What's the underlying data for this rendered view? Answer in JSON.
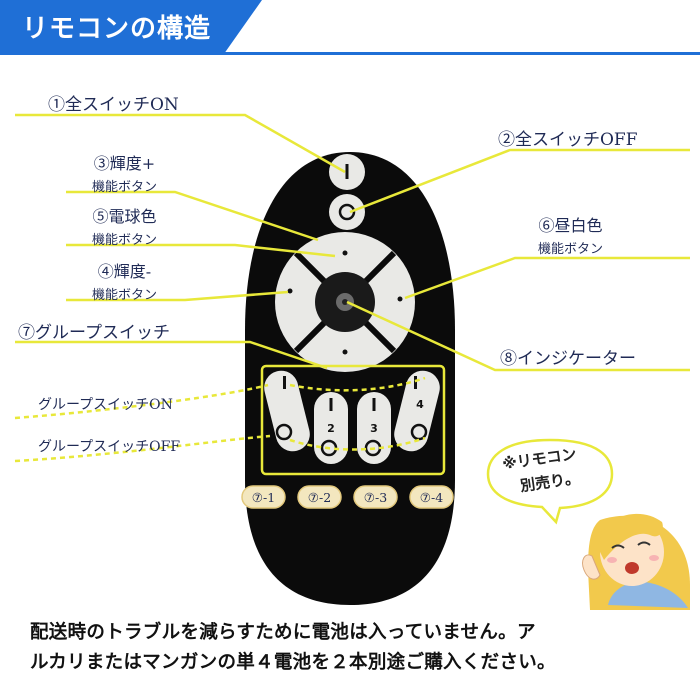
{
  "header": {
    "title": "リモコンの構造"
  },
  "labels": {
    "l1": "①全スイッチON",
    "l2": "②全スイッチOFF",
    "l3_main": "③輝度+",
    "l3_sub": "機能ボタン",
    "l5_main": "⑤電球色",
    "l5_sub": "機能ボタン",
    "l6_main": "⑥昼白色",
    "l6_sub": "機能ボタン",
    "l4_main": "④輝度-",
    "l4_sub": "機能ボタン",
    "l7": "⑦グループスイッチ",
    "l8": "⑧インジケーター",
    "group_on": "グループスイッチON",
    "group_off": "グループスイッチOFF"
  },
  "group_buttons": {
    "numbers": [
      "2",
      "3",
      "4"
    ],
    "tags": [
      "⑦-1",
      "⑦-2",
      "⑦-3",
      "⑦-4"
    ]
  },
  "bubble": {
    "line1": "※リモコン",
    "line2": "別売り。"
  },
  "footer": {
    "line1": "配送時のトラブルを減らすために電池は入っていません。ア",
    "line2": "ルカリまたはマンガンの単４電池を２本別途ご購入ください。"
  },
  "colors": {
    "header": "#1f6fd6",
    "callout_line": "#e8e83a",
    "label_text": "#1f2a55",
    "button": "#e9e9e6"
  }
}
